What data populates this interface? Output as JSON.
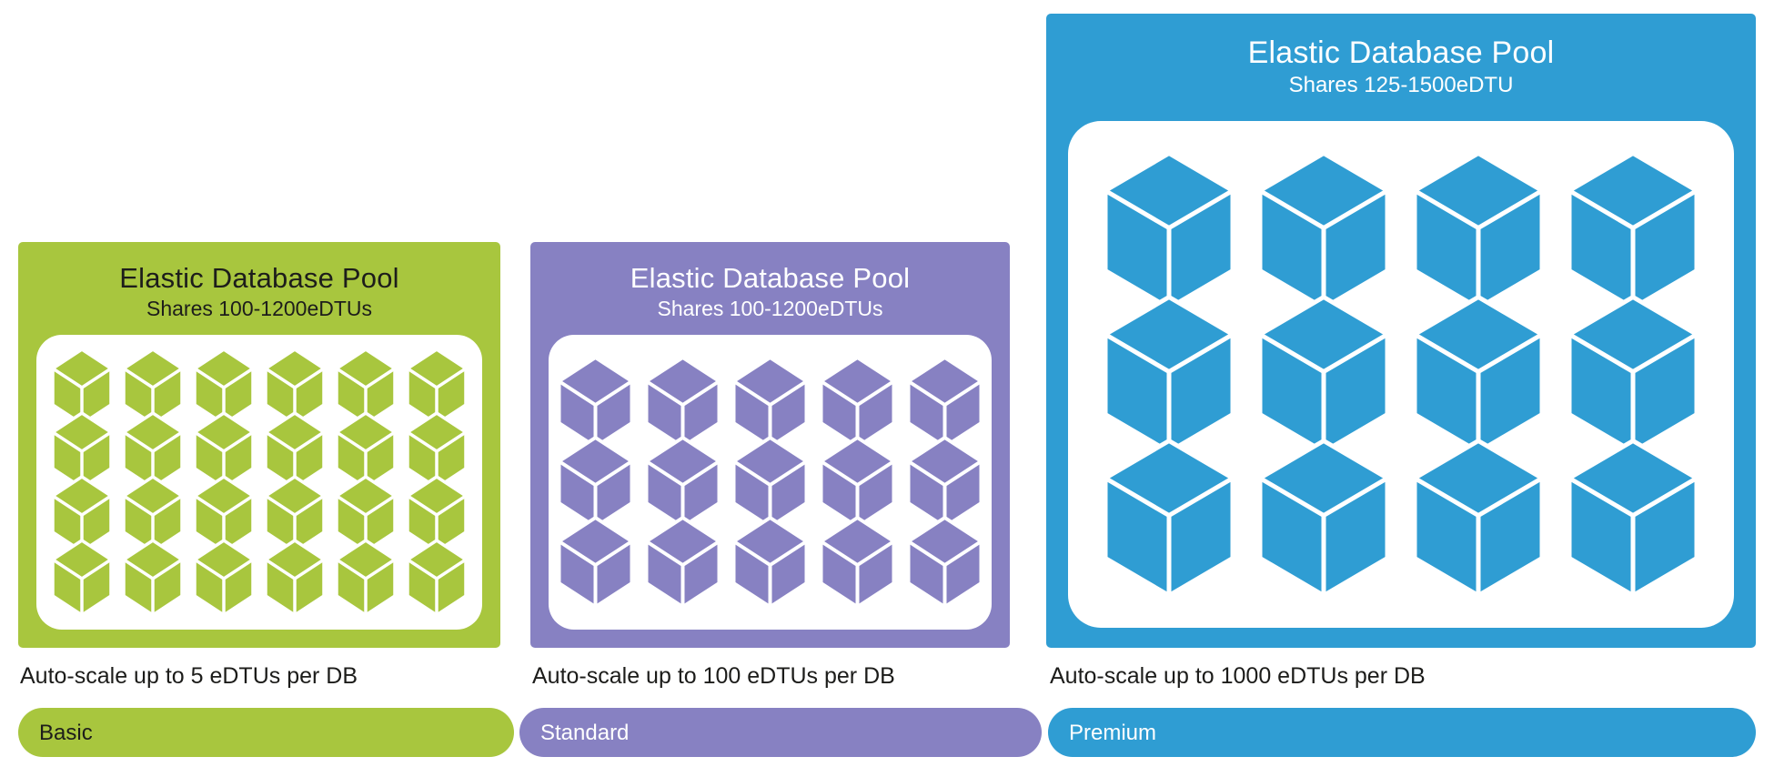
{
  "background_color": "#ffffff",
  "tiers": [
    {
      "id": "basic",
      "pool_title": "Elastic Database Pool",
      "pool_subtitle": "Shares 100-1200eDTUs",
      "autoscale_label": "Auto-scale up to 5 eDTUs per DB",
      "tier_label": "Basic",
      "color": "#a8c63e",
      "title_color": "#1d1d1b",
      "label_color": "#1d1d1b",
      "database_icon_count": 24,
      "cube_columns": 6,
      "cube_rows": 4
    },
    {
      "id": "standard",
      "pool_title": "Elastic Database Pool",
      "pool_subtitle": "Shares 100-1200eDTUs",
      "autoscale_label": "Auto-scale up to 100 eDTUs per DB",
      "tier_label": "Standard",
      "color": "#8781c2",
      "title_color": "#ffffff",
      "label_color": "#ffffff",
      "database_icon_count": 15,
      "cube_columns": 5,
      "cube_rows": 3
    },
    {
      "id": "premium",
      "pool_title": "Elastic Database Pool",
      "pool_subtitle": "Shares 125-1500eDTU",
      "autoscale_label": "Auto-scale up to 1000 eDTUs per DB",
      "tier_label": "Premium",
      "color": "#2f9dd3",
      "title_color": "#ffffff",
      "label_color": "#ffffff",
      "database_icon_count": 12,
      "cube_columns": 4,
      "cube_rows": 3
    }
  ]
}
